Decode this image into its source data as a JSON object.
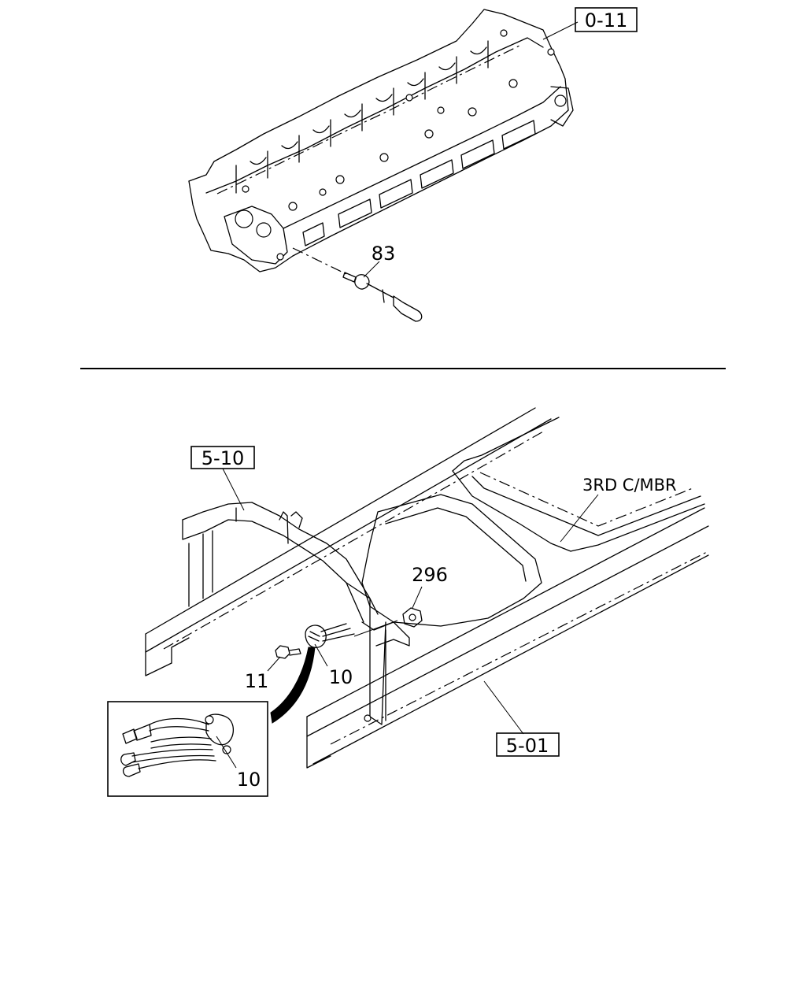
{
  "top_section": {
    "ref_label": "0-11",
    "part_label": "83"
  },
  "bottom_section": {
    "ref_label_upper": "5-10",
    "ref_label_lower": "5-01",
    "member_label": "3RD C/MBR",
    "part_296": "296",
    "part_11": "11",
    "part_10": "10",
    "inset_part_10": "10"
  }
}
